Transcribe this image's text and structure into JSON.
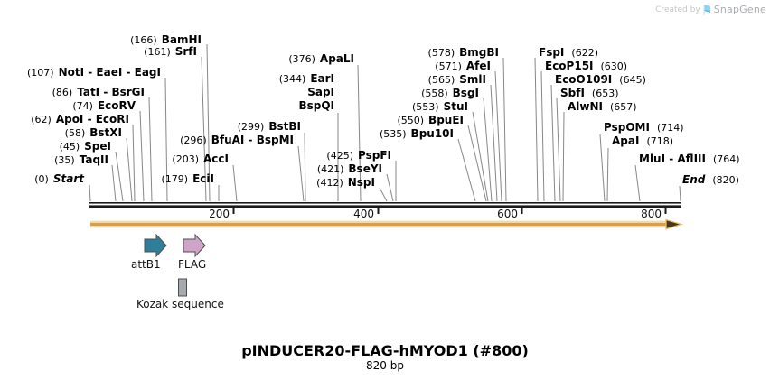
{
  "branding": {
    "created_by": "Created by",
    "brand": "SnapGene"
  },
  "title": {
    "name": "pINDUCER20-FLAG-hMYOD1 (#800)",
    "length": "820 bp"
  },
  "axis": {
    "ticks": [
      "200",
      "400",
      "600",
      "800"
    ]
  },
  "sites": [
    {
      "pos": "(166)",
      "name": "BamHI"
    },
    {
      "pos": "(161)",
      "name": "SrfI"
    },
    {
      "pos": "(107)",
      "name": "NotI - EaeI - EagI"
    },
    {
      "pos": "(86)",
      "name": "TatI - BsrGI"
    },
    {
      "pos": "(74)",
      "name": "EcoRV"
    },
    {
      "pos": "(62)",
      "name": "ApoI - EcoRI"
    },
    {
      "pos": "(58)",
      "name": "BstXI"
    },
    {
      "pos": "(45)",
      "name": "SpeI"
    },
    {
      "pos": "(35)",
      "name": "TaqII"
    },
    {
      "pos": "(0)",
      "name": "Start"
    },
    {
      "pos": "(296)",
      "name": "BfuAI - BspMI"
    },
    {
      "pos": "(203)",
      "name": "AccI"
    },
    {
      "pos": "(179)",
      "name": "EciI"
    },
    {
      "pos": "(299)",
      "name": "BstBI"
    },
    {
      "pos": "(376)",
      "name": "ApaLI"
    },
    {
      "pos": "(344)",
      "name": "EarI"
    },
    {
      "pos": "",
      "name": "SapI"
    },
    {
      "pos": "",
      "name": "BspQI"
    },
    {
      "pos": "(425)",
      "name": "PspFI"
    },
    {
      "pos": "(421)",
      "name": "BseYI"
    },
    {
      "pos": "(412)",
      "name": "NspI"
    },
    {
      "pos": "(578)",
      "name": "BmgBI"
    },
    {
      "pos": "(571)",
      "name": "AfeI"
    },
    {
      "pos": "(565)",
      "name": "SmlI"
    },
    {
      "pos": "(558)",
      "name": "BsgI"
    },
    {
      "pos": "(553)",
      "name": "StuI"
    },
    {
      "pos": "(550)",
      "name": "BpuEI"
    },
    {
      "pos": "(535)",
      "name": "Bpu10I"
    },
    {
      "pos": "(622)",
      "name": "FspI"
    },
    {
      "pos": "(630)",
      "name": "EcoP15I"
    },
    {
      "pos": "(645)",
      "name": "EcoO109I"
    },
    {
      "pos": "(653)",
      "name": "SbfI"
    },
    {
      "pos": "(657)",
      "name": "AlwNI"
    },
    {
      "pos": "(714)",
      "name": "PspOMI"
    },
    {
      "pos": "(718)",
      "name": "ApaI"
    },
    {
      "pos": "(764)",
      "name": "MluI - AflIII"
    },
    {
      "pos": "(820)",
      "name": "End"
    }
  ],
  "features": [
    {
      "label": "attB1",
      "color": "#2f7f9a"
    },
    {
      "label": "FLAG",
      "color": "#d0a3c9"
    },
    {
      "label": "Kozak sequence",
      "color": "#a6a9ad"
    }
  ],
  "orf_arrow_color": "#dd9e41"
}
